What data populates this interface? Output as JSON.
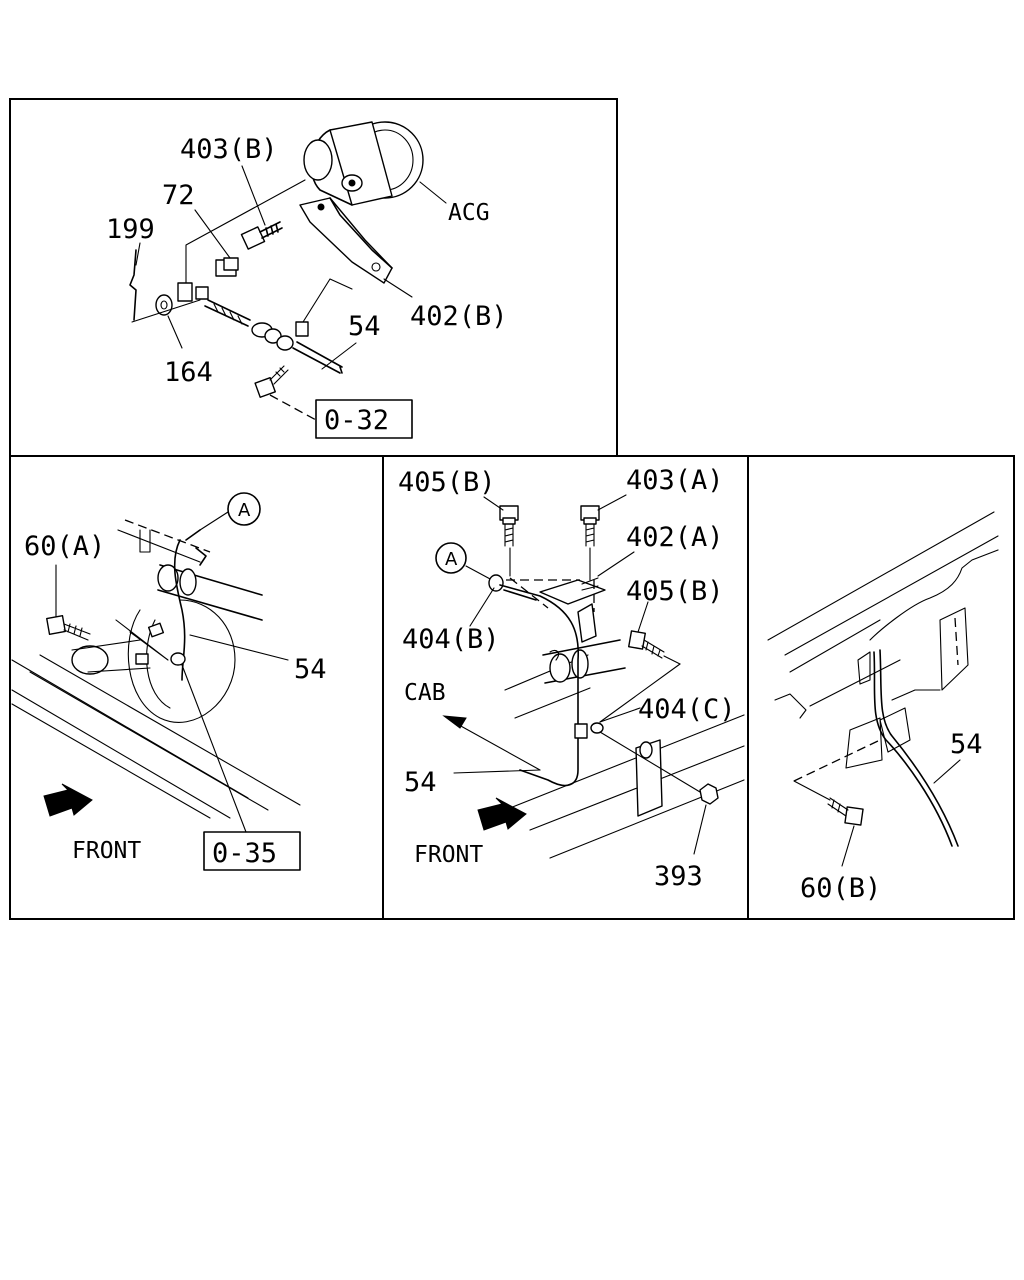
{
  "colors": {
    "line": "#000000",
    "background": "#ffffff"
  },
  "panel_top": {
    "labels": {
      "p403b": "403(B)",
      "p72": "72",
      "p199": "199",
      "acg": "ACG",
      "p402b": "402(B)",
      "p54": "54",
      "p164": "164",
      "ref": "0-32"
    }
  },
  "panel_left": {
    "labels": {
      "circle_a": "A",
      "p60a": "60(A)",
      "p54": "54",
      "front": "FRONT",
      "ref": "0-35"
    }
  },
  "panel_middle": {
    "labels": {
      "p405b_top": "405(B)",
      "p403a": "403(A)",
      "p402a": "402(A)",
      "circle_a": "A",
      "p405b_right": "405(B)",
      "p404b": "404(B)",
      "cab": "CAB",
      "p404c": "404(C)",
      "p54": "54",
      "front": "FRONT",
      "p393": "393"
    }
  },
  "panel_right": {
    "labels": {
      "p54": "54",
      "p60b": "60(B)"
    }
  }
}
